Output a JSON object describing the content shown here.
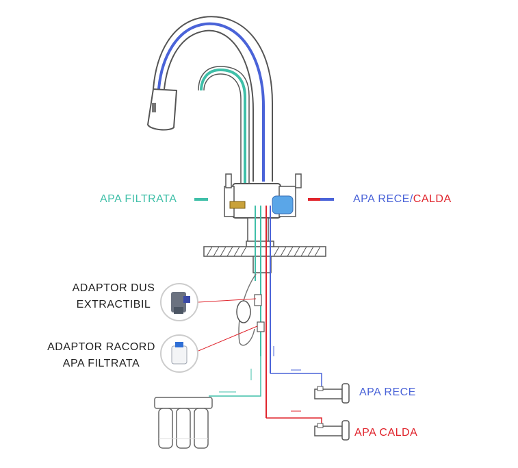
{
  "labels": {
    "filtered_water": "APA FILTRATA",
    "cold_water_part": "APA RECE",
    "separator": "/",
    "hot_water_part": "CALDA",
    "shower_adapter_line1": "ADAPTOR DUS",
    "shower_adapter_line2": "EXTRACTIBIL",
    "fitting_adapter_line1": "ADAPTOR RACORD",
    "fitting_adapter_line2": "APA FILTRATA",
    "cold_water_valve": "APA RECE",
    "hot_water_valve": "APA CALDA"
  },
  "colors": {
    "filtered": "#3fbfa8",
    "cold": "#4a63d8",
    "hot": "#e0242c",
    "outline": "#555555",
    "annotation_line": "#e0242c"
  },
  "icons": {
    "faucet": "pull-out-kitchen-faucet",
    "shower_adapter": "quick-connect-adapter",
    "fitting_adapter": "push-fit-fitting",
    "filter": "three-stage-water-filter",
    "valves": "angle-valve"
  }
}
